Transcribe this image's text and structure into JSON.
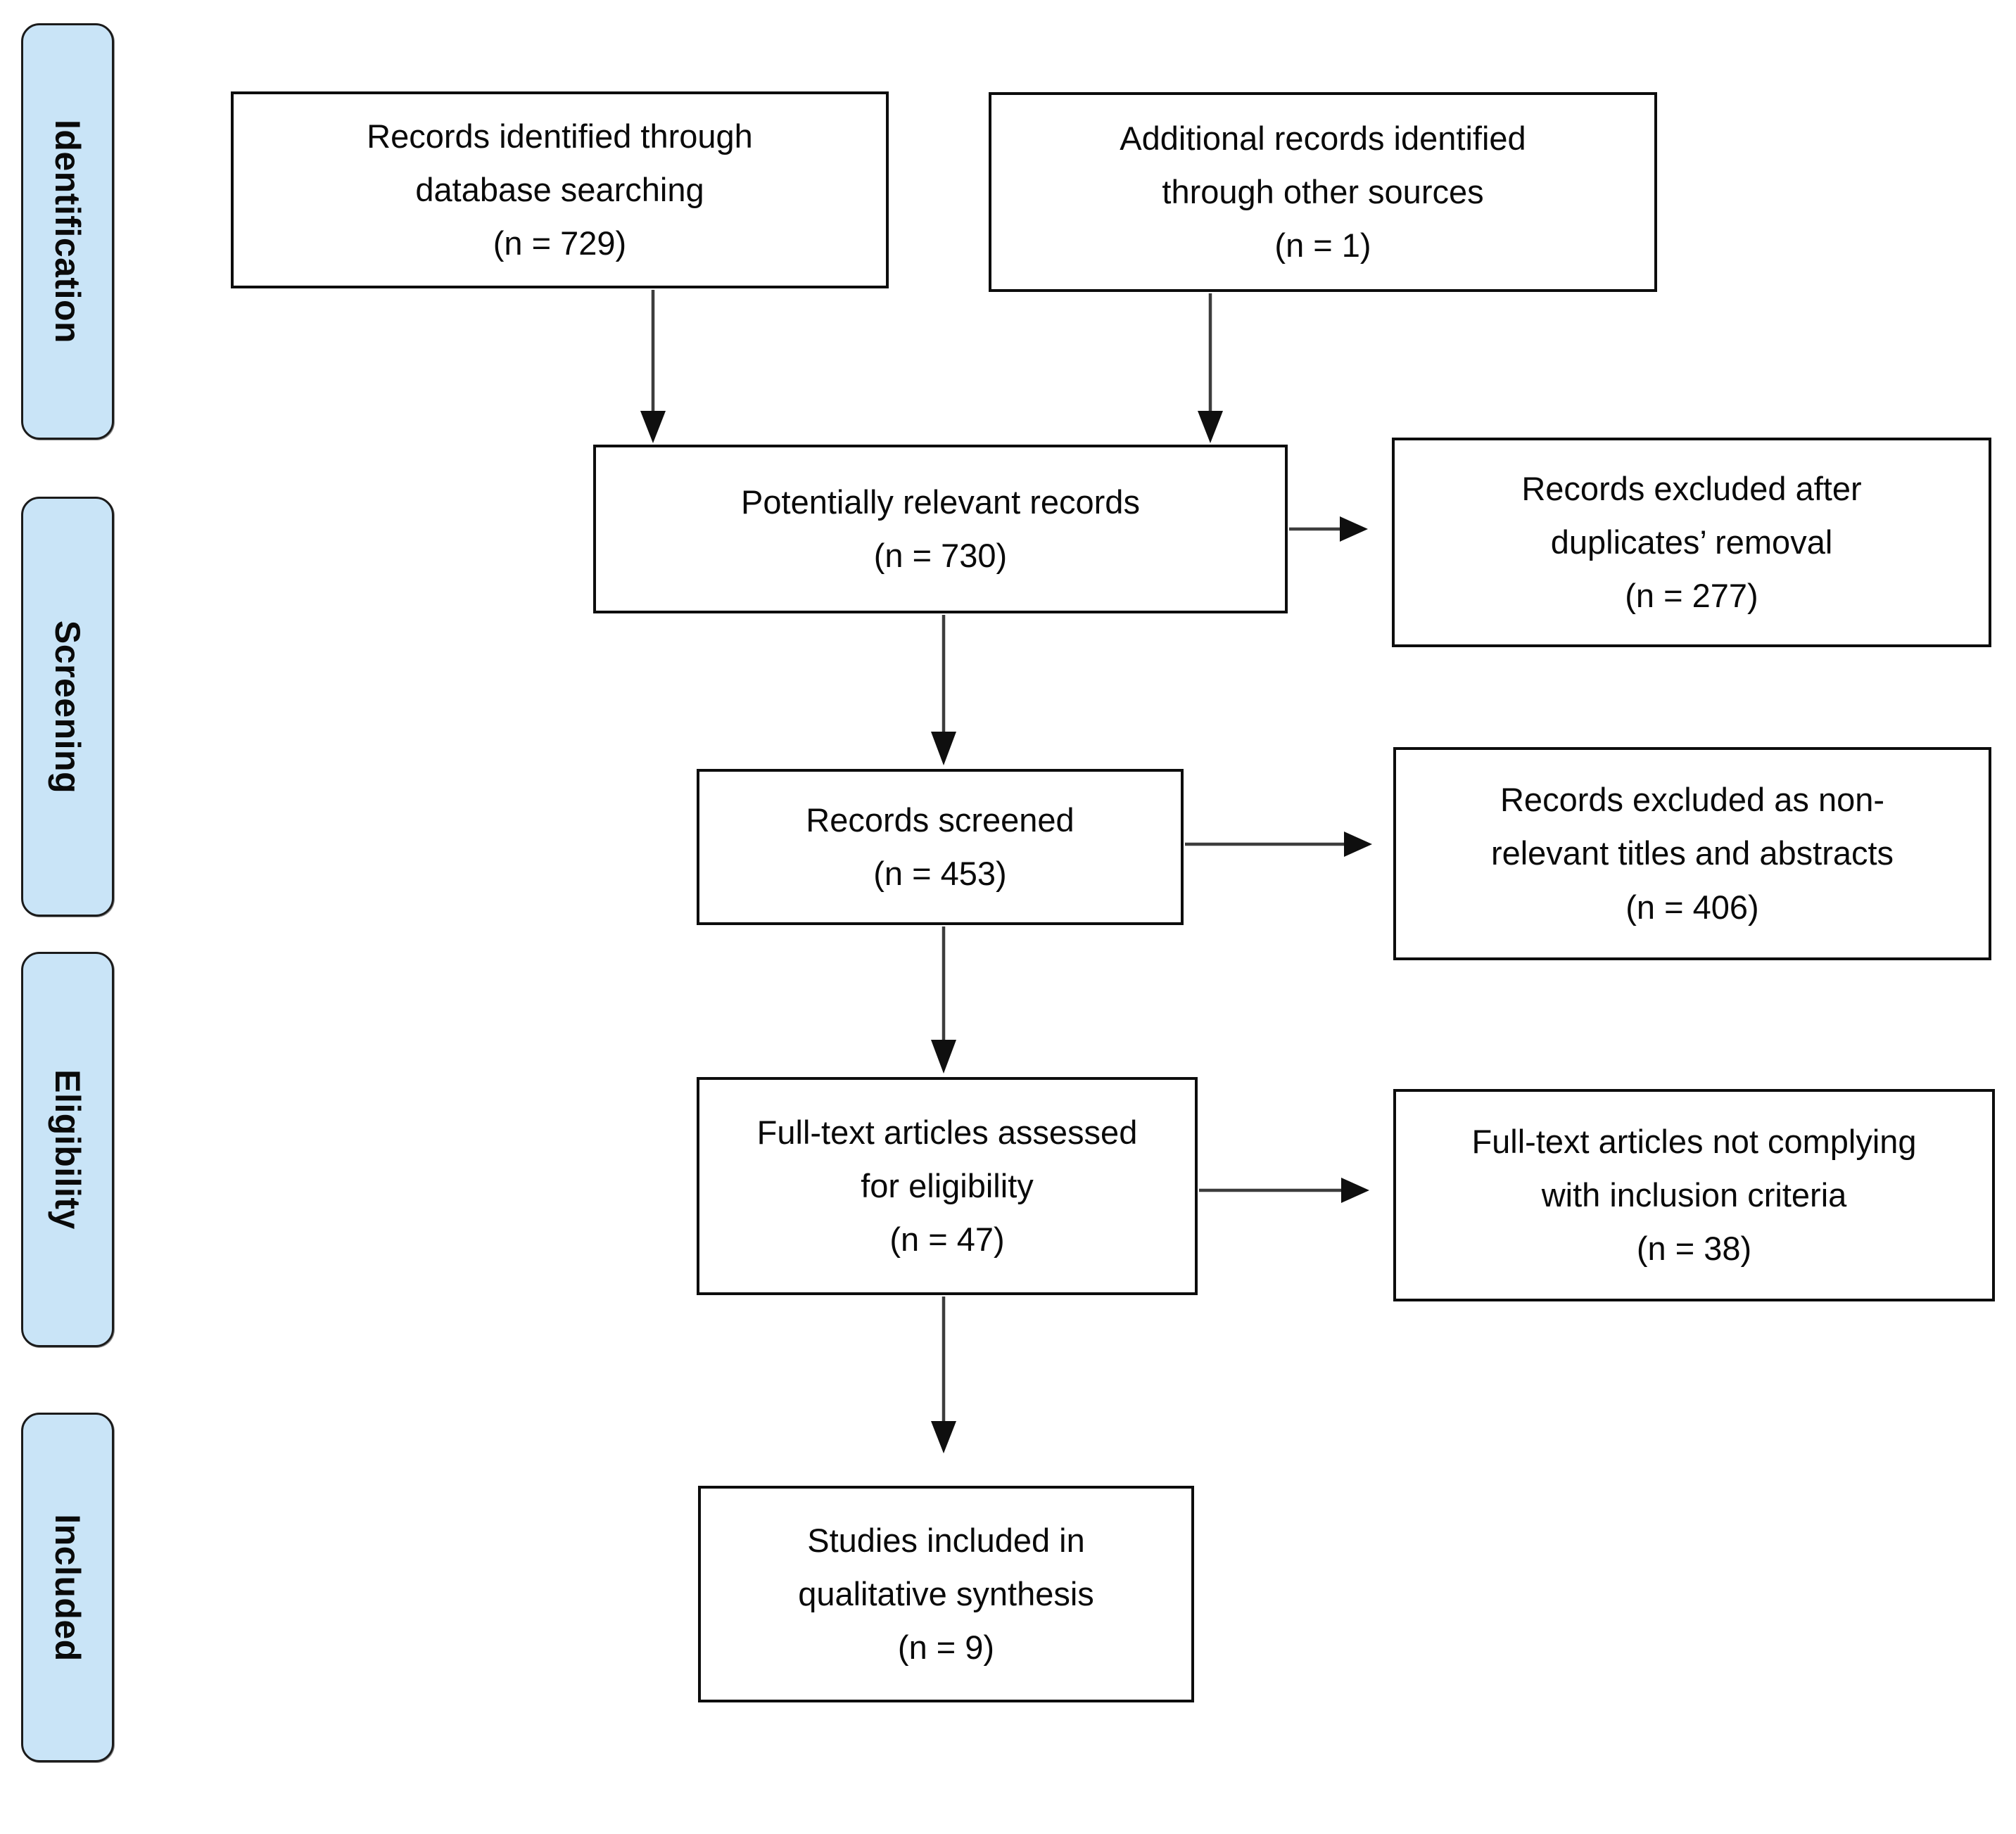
{
  "diagram": {
    "type": "prisma-flow",
    "stages": [
      {
        "label": "Identification"
      },
      {
        "label": "Screening"
      },
      {
        "label": "Eligibility"
      },
      {
        "label": "Included"
      }
    ],
    "boxes": {
      "records_identified": "Records identified through\ndatabase searching\n(n = 729)",
      "additional_records": "Additional records identified\nthrough other sources\n(n = 1)",
      "potentially_relevant": "Potentially relevant records\n(n = 730)",
      "excluded_duplicates": "Records excluded after\nduplicates’ removal\n(n = 277)",
      "records_screened": "Records screened\n(n = 453)",
      "excluded_titles_abstracts": "Records excluded as non-\nrelevant titles and abstracts\n(n = 406)",
      "fulltext_assessed": "Full-text articles assessed\nfor eligibility\n(n = 47)",
      "fulltext_not_complying": "Full-text articles not complying\nwith inclusion criteria\n(n = 38)",
      "studies_included": "Studies included in\nqualitative synthesis\n(n = 9)"
    },
    "counts": {
      "database_searching": 729,
      "other_sources": 1,
      "potentially_relevant": 730,
      "excluded_duplicates": 277,
      "screened": 453,
      "excluded_titles_abstracts": 406,
      "fulltext_assessed": 47,
      "fulltext_excluded": 38,
      "included_qualitative": 9
    },
    "colors": {
      "stage_fill": "#c9e4f7",
      "stage_border": "#1b1b1b",
      "box_border": "#0d0d0d",
      "arrow_line": "#3d3d3d",
      "arrow_head": "#0f0f0f"
    }
  }
}
